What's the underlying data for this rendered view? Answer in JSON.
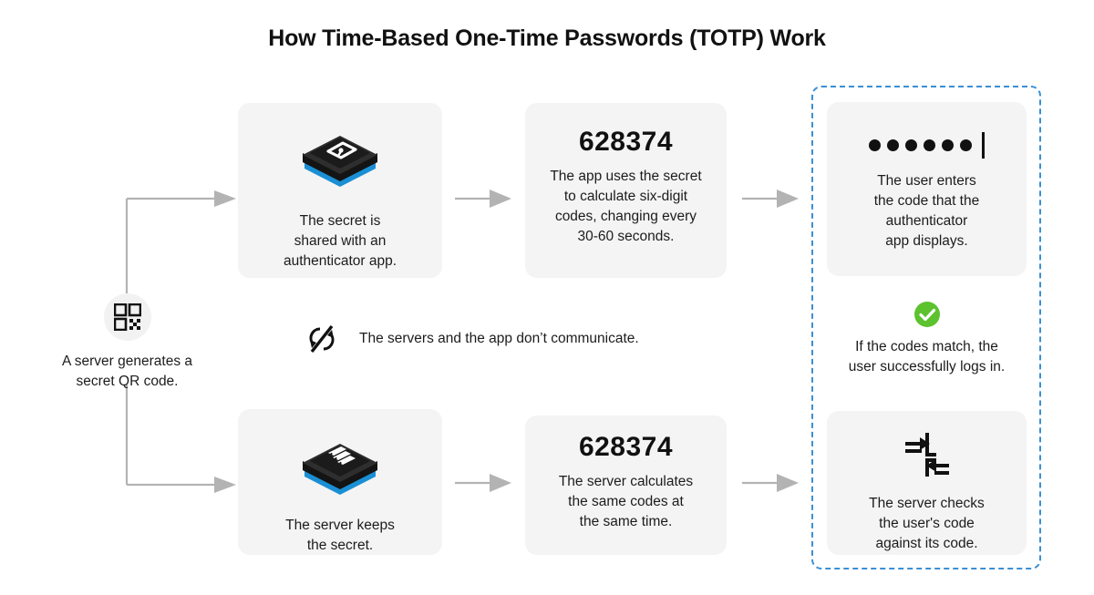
{
  "title": "How Time-Based One-Time Passwords (TOTP) Work",
  "colors": {
    "card_bg": "#f4f4f4",
    "page_bg": "#ffffff",
    "accent_blue": "#1a8fd4",
    "dashed_border": "#3b8fd4",
    "success_green": "#5cc22e",
    "arrow_gray": "#aaaaaa",
    "text": "#1c1c1c"
  },
  "start_node": {
    "icon": "qr-code-icon",
    "label": "A server generates a\nsecret QR code."
  },
  "app_branch": {
    "step1": {
      "icon": "isometric-secret-key-block-icon",
      "text": "The secret is\nshared with an\nauthenticator app."
    },
    "step2": {
      "code": "628374",
      "text": "The app uses the secret\nto calculate six-digit\ncodes, changing every\n30-60 seconds."
    },
    "step3": {
      "icon": "password-dots-icon",
      "dots": 6,
      "text": "The user enters\nthe code that the\nauthenticator\napp displays."
    }
  },
  "server_branch": {
    "step1": {
      "icon": "isometric-server-block-icon",
      "text": "The server keeps\nthe secret."
    },
    "step2": {
      "code": "628374",
      "text": "The server calculates\nthe same codes at\nthe same time."
    },
    "step3": {
      "icon": "compare-arrows-icon",
      "text": "The server checks\nthe user's code\nagainst its code."
    }
  },
  "middle_note": {
    "icon": "sync-disabled-icon",
    "text": "The servers and the app don’t communicate."
  },
  "match_result": {
    "icon": "green-check-circle-icon",
    "text": "If the codes match, the\nuser successfully logs in."
  }
}
